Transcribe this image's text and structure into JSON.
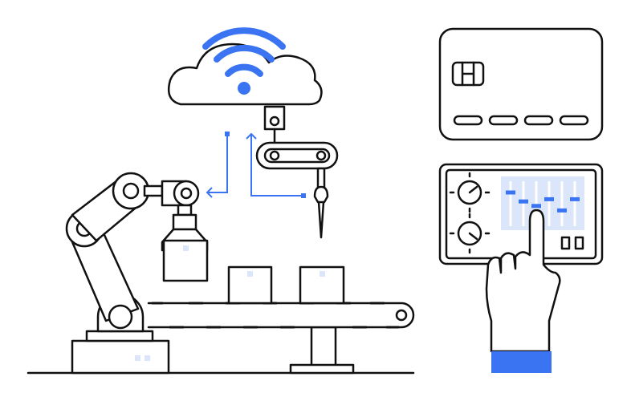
{
  "illustration": {
    "colors": {
      "accent": "#3b74f2",
      "accent_light": "#dbe6fb",
      "outline": "#111111",
      "background": "#ffffff"
    },
    "slider_levels": [
      0.75,
      0.55,
      0.45,
      0.6,
      0.35,
      0.6
    ]
  }
}
